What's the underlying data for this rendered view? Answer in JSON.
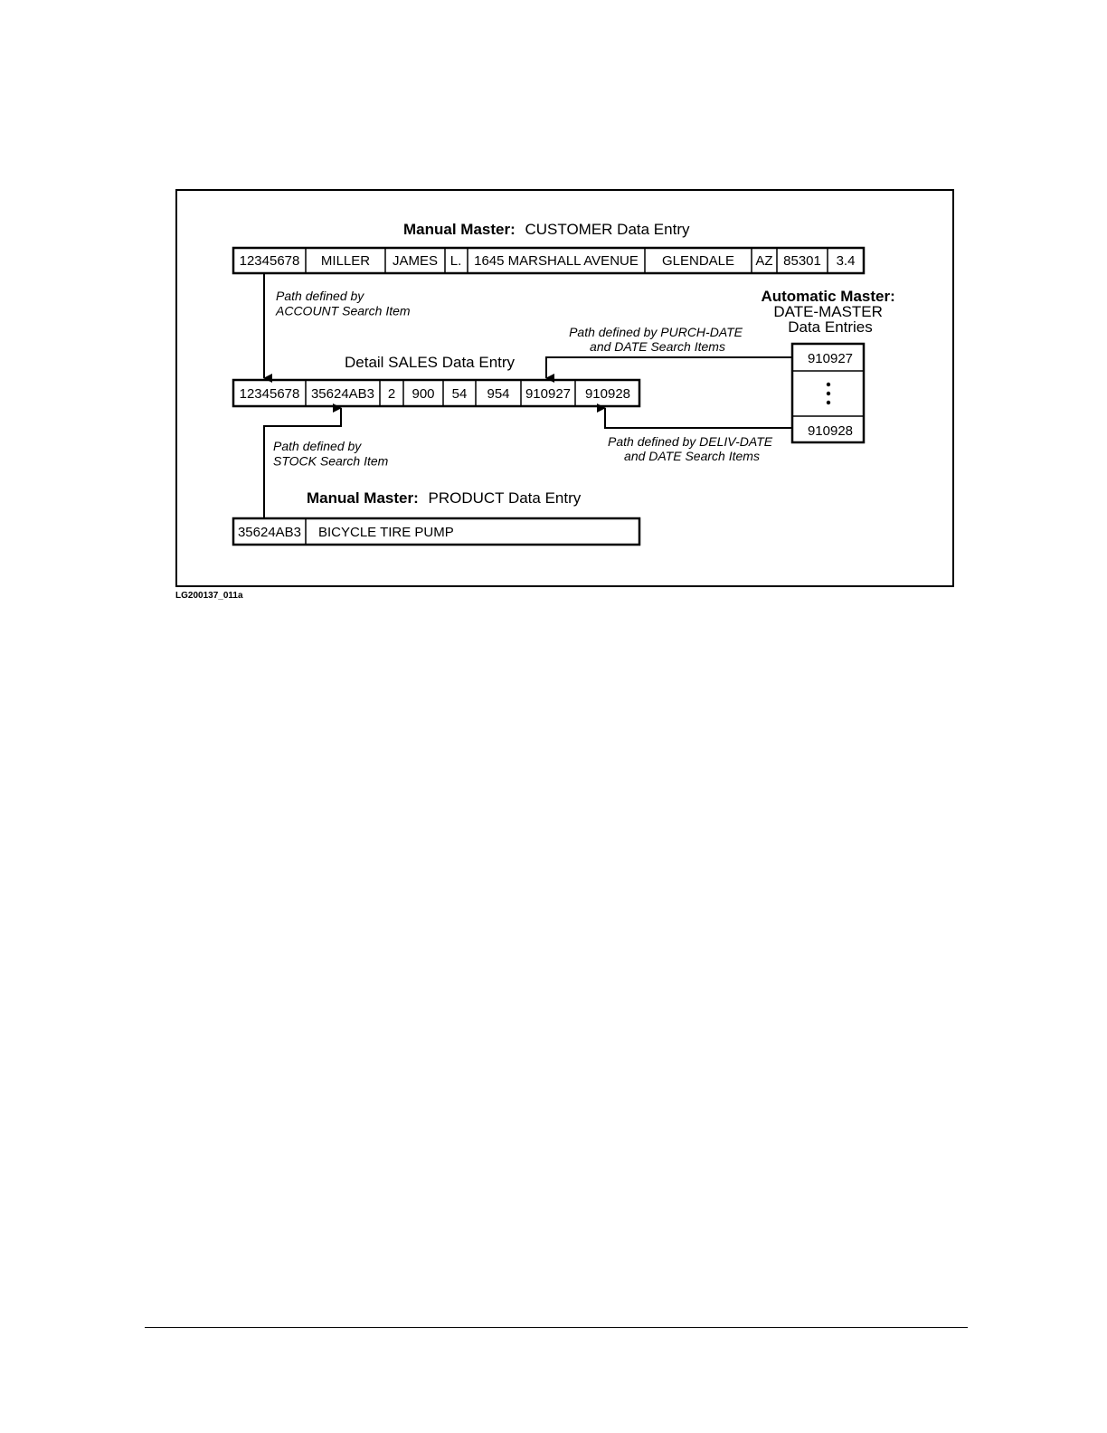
{
  "figure_id": "LG200137_011a",
  "customer": {
    "title_bold": "Manual Master:",
    "title_rest": "CUSTOMER Data Entry",
    "fields": [
      "12345678",
      "MILLER",
      "JAMES",
      "L.",
      "1645 MARSHALL AVENUE",
      "GLENDALE",
      "AZ",
      "85301",
      "3.4"
    ]
  },
  "sales": {
    "title": "Detail SALES Data Entry",
    "fields": [
      "12345678",
      "35624AB3",
      "2",
      "900",
      "54",
      "954",
      "910927",
      "910928"
    ]
  },
  "product": {
    "title_bold": "Manual Master:",
    "title_rest": "PRODUCT Data Entry",
    "fields": [
      "35624AB3",
      "BICYCLE TIRE PUMP"
    ]
  },
  "date_master": {
    "title_line1": "Automatic Master:",
    "title_line2": "DATE-MASTER",
    "title_line3": "Data Entries",
    "entries": [
      "910927",
      "910928"
    ]
  },
  "paths": {
    "account": [
      "Path defined by",
      "ACCOUNT Search Item"
    ],
    "stock": [
      "Path defined by",
      "STOCK Search Item"
    ],
    "purch": [
      "Path defined by PURCH-DATE",
      "and DATE Search Items"
    ],
    "deliv": [
      "Path defined by DELIV-DATE",
      "and DATE Search Items"
    ]
  }
}
